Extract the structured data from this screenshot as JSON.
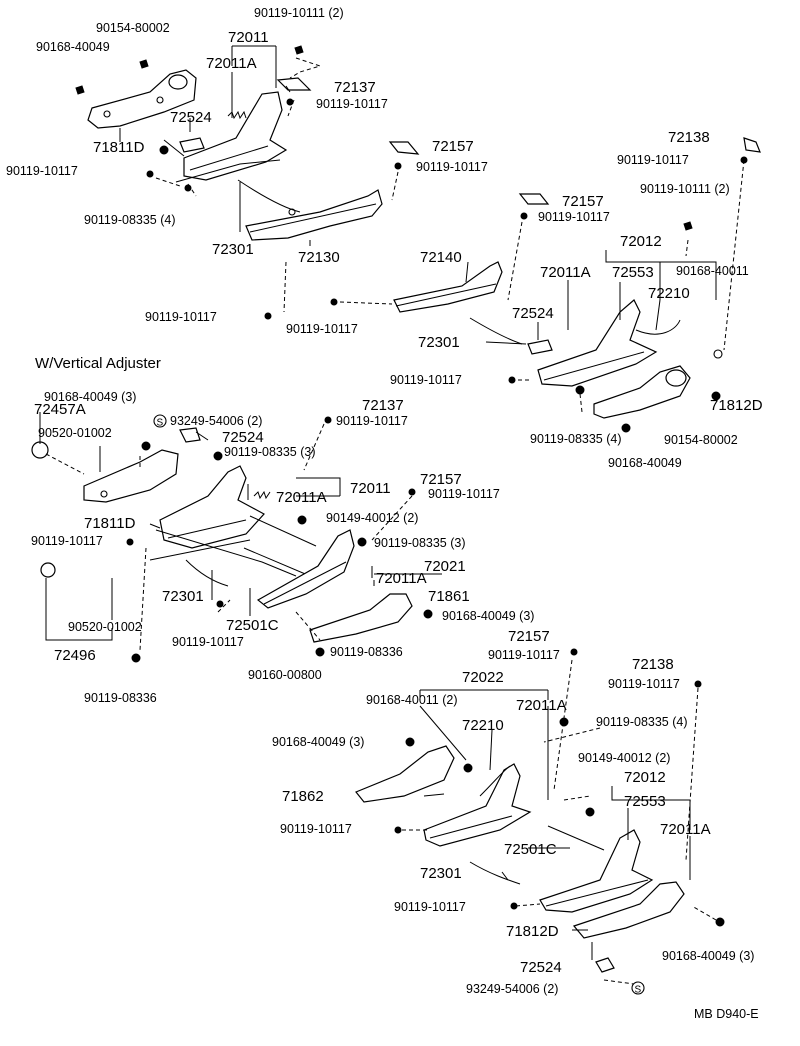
{
  "section": {
    "title": "W/Vertical Adjuster"
  },
  "footer": {
    "code": "MB D940-E"
  },
  "labels": {
    "l01": "90154-80002",
    "l02": "90119-10111 (2)",
    "l03": "90168-40049",
    "l04": "72011",
    "l05": "72011A",
    "l06": "72137",
    "l07": "90119-10117",
    "l08": "72524",
    "l09": "71811D",
    "l10": "90119-10117",
    "l11": "90119-08335 (4)",
    "l12": "72157",
    "l13": "90119-10117",
    "l14": "72301",
    "l15": "72130",
    "l16": "72138",
    "l17": "90119-10117",
    "l18": "72157",
    "l19": "90119-10117",
    "l20": "90119-10111 (2)",
    "l21": "72012",
    "l22": "72140",
    "l23": "72011A",
    "l24": "72553",
    "l25": "90168-40011",
    "l26": "72210",
    "l27": "90119-10117",
    "l28": "90119-10117",
    "l29": "72524",
    "l30": "72301",
    "l31": "90119-10117",
    "l32": "71812D",
    "l33": "90119-08335 (4)",
    "l34": "90154-80002",
    "l35": "90168-40049",
    "l36": "90168-40049 (3)",
    "l37": "72137",
    "l38": "72457A",
    "l39": "93249-54006 (2)",
    "l40": "90119-10117",
    "l41": "90520-01002",
    "l42": "72524",
    "l43": "90119-08335 (3)",
    "l44": "72157",
    "l45": "72011",
    "l46": "72011A",
    "l47": "90119-10117",
    "l48": "71811D",
    "l49": "90149-40012 (2)",
    "l50": "90119-10117",
    "l51": "90119-08335 (3)",
    "l52": "72021",
    "l53": "72011A",
    "l54": "72301",
    "l55": "71861",
    "l56": "72501C",
    "l57": "90168-40049 (3)",
    "l58": "90119-10117",
    "l59": "90520-01002",
    "l60": "72157",
    "l61": "90119-08336",
    "l62": "90119-10117",
    "l63": "72496",
    "l64": "90160-00800",
    "l65": "72022",
    "l66": "72138",
    "l67": "90119-08336",
    "l68": "90168-40011 (2)",
    "l69": "72011A",
    "l70": "90119-10117",
    "l71": "72210",
    "l72": "90119-08335 (4)",
    "l73": "90168-40049 (3)",
    "l74": "90149-40012 (2)",
    "l75": "71862",
    "l76": "72012",
    "l77": "72553",
    "l78": "90119-10117",
    "l79": "72011A",
    "l80": "72501C",
    "l81": "72301",
    "l82": "90119-10117",
    "l83": "71812D",
    "l84": "90168-40049 (3)",
    "l85": "72524",
    "l86": "93249-54006 (2)",
    "s1": "S",
    "s2": "S"
  }
}
